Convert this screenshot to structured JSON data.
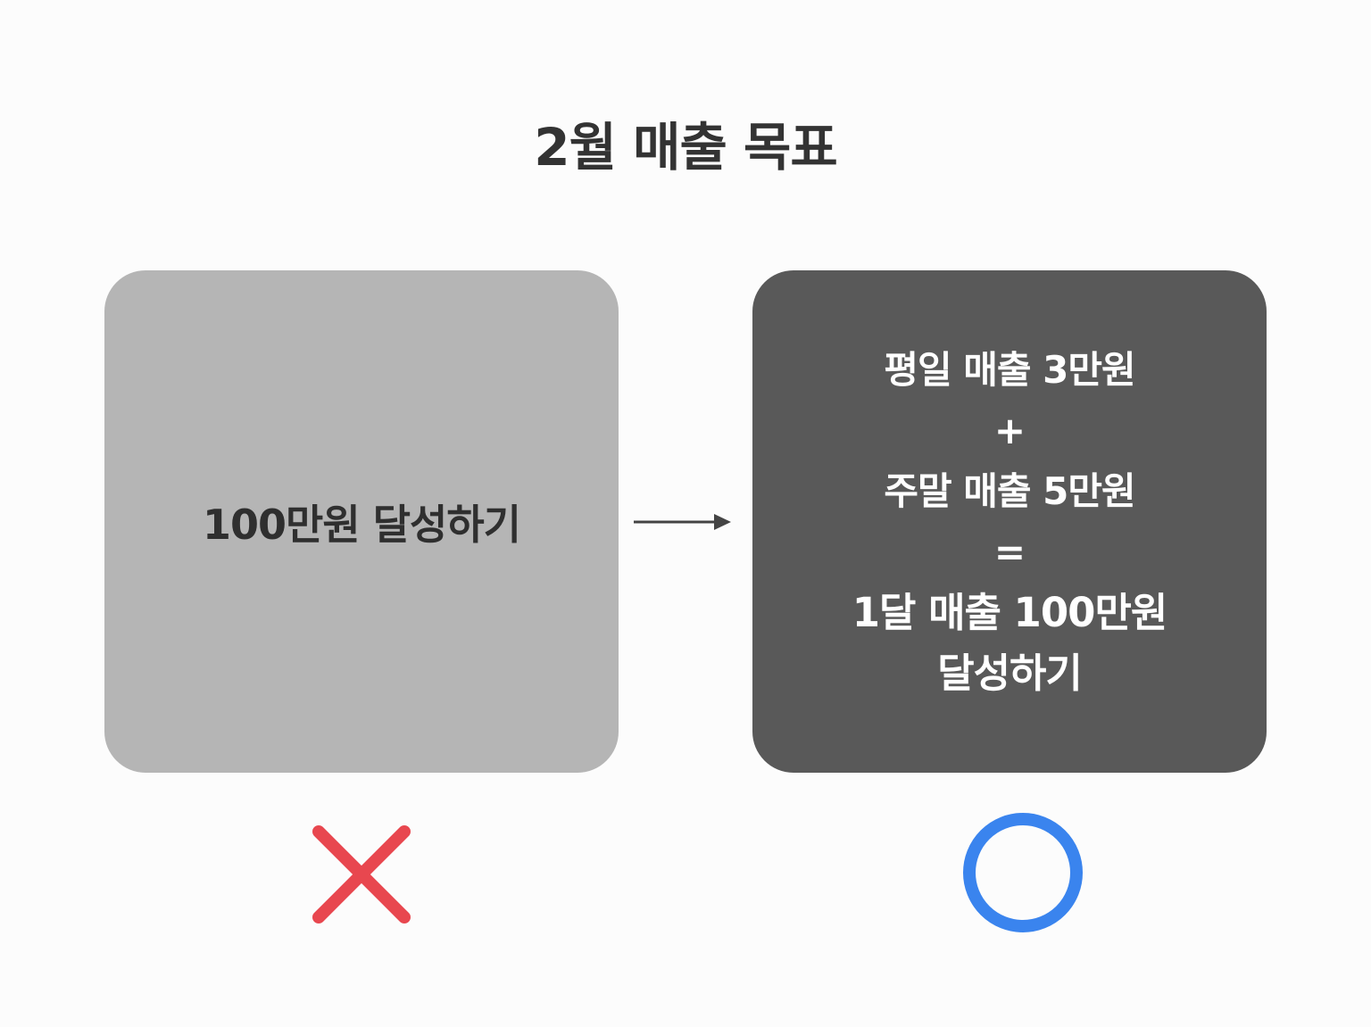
{
  "title": "2월 매출 목표",
  "left_box": {
    "text": "100만원 달성하기"
  },
  "right_box": {
    "lines": [
      "평일 매출 3만원",
      "+",
      "주말 매출 5만원",
      "=",
      "1달 매출 100만원",
      "달성하기"
    ]
  },
  "marks": {
    "left": "x-icon",
    "right": "circle-icon"
  },
  "colors": {
    "left_box": "#b5b5b5",
    "right_box": "#595959",
    "x_mark": "#e8474f",
    "o_mark": "#3a84ee"
  }
}
